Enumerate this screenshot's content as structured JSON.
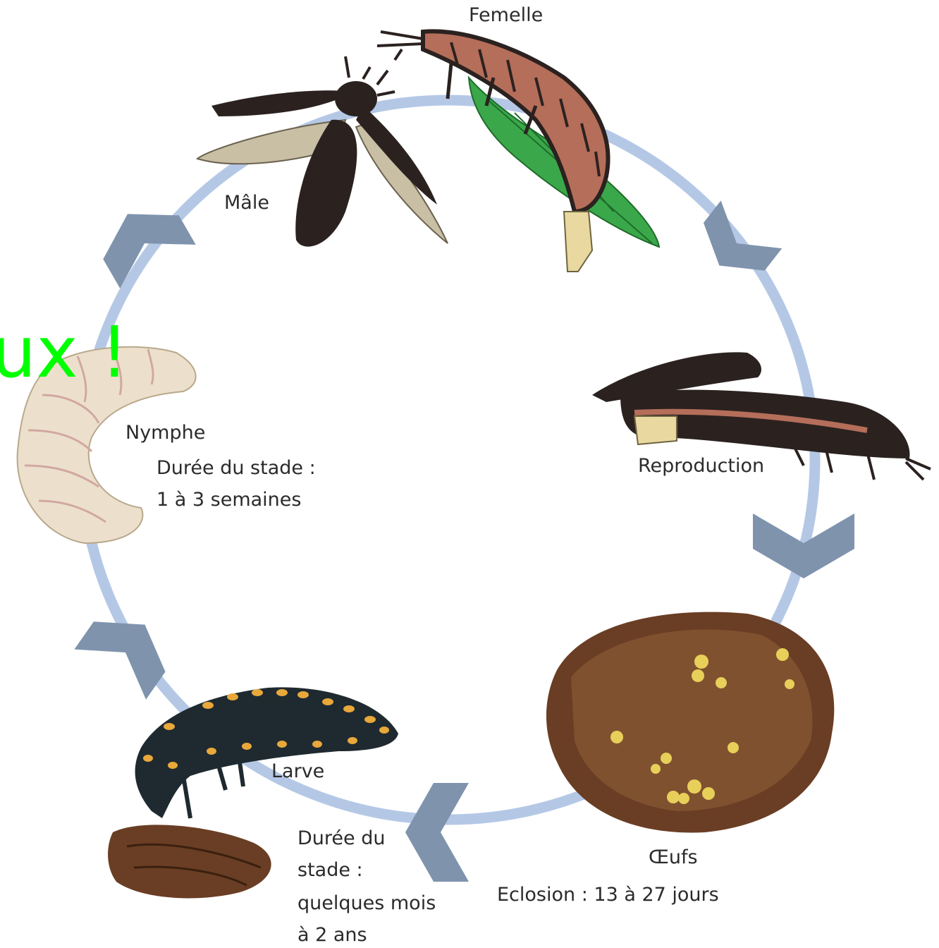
{
  "labels": {
    "female": "Femelle",
    "male": "Mâle",
    "reproduction": "Reproduction",
    "eggs": "Œufs",
    "eggs_info": "Eclosion : 13 à 27 jours",
    "larva": "Larve",
    "larva_info_1": "Durée du",
    "larva_info_2": "stade :",
    "larva_info_3": "quelques mois",
    "larva_info_4": "à 2 ans",
    "nymph": "Nymphe",
    "nymph_info_1": "Durée du stade :",
    "nymph_info_2": "1 à 3 semaines",
    "overlay_text": "ux !"
  },
  "colors": {
    "cycle_ring": "#b4c8e6",
    "arrow": "#7f93ad",
    "overlay_text": "#00ff00",
    "leaf": "#3aa84a",
    "adult_body": "#2b2220",
    "female_body": "#b56e5a",
    "larva_body": "#1f2a30",
    "larva_spots": "#e8a83a",
    "egg_soil": "#6a3e24",
    "eggs": "#e8cf5a",
    "nymph": "#ece0cc"
  }
}
